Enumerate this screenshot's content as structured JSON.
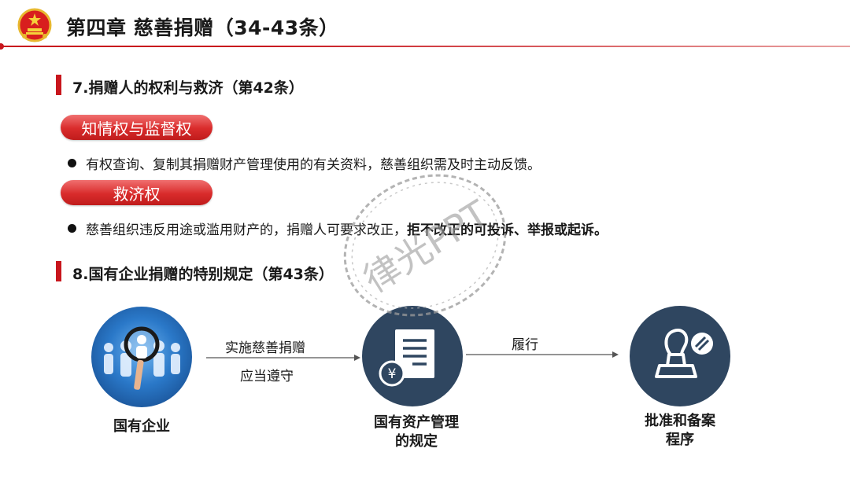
{
  "header": {
    "title": "第四章 慈善捐赠（34-43条）"
  },
  "sections": [
    {
      "title": "7.捐赠人的权利与救济（第42条）"
    },
    {
      "title": "8.国有企业捐赠的特别规定（第43条）"
    }
  ],
  "rights": [
    {
      "pill": "知情权与监督权",
      "text": "有权查询、复制其捐赠财产管理使用的有关资料，慈善组织需及时主动反馈。",
      "bold": ""
    },
    {
      "pill": "救济权",
      "text": "慈善组织违反用途或滥用财产的，捐赠人可要求改正，",
      "bold": "拒不改正的可投诉、举报或起诉。"
    }
  ],
  "flow": {
    "nodes": [
      {
        "label": "国有企业",
        "icon": "people-magnifier-icon"
      },
      {
        "label_line1": "国有资产管理",
        "label_line2": "的规定",
        "icon": "document-yuan-icon"
      },
      {
        "label_line1": "批准和备案",
        "label_line2": "程序",
        "icon": "stamp-icon"
      }
    ],
    "arrows": [
      {
        "top": "实施慈善捐赠",
        "bottom": "应当遵守"
      },
      {
        "top": "履行",
        "bottom": ""
      }
    ]
  },
  "watermark": {
    "text": "律光PPT"
  },
  "colors": {
    "accent": "#c8161d",
    "circle_dark": "#2f4660",
    "circle_blue": "#1f5fa8"
  }
}
